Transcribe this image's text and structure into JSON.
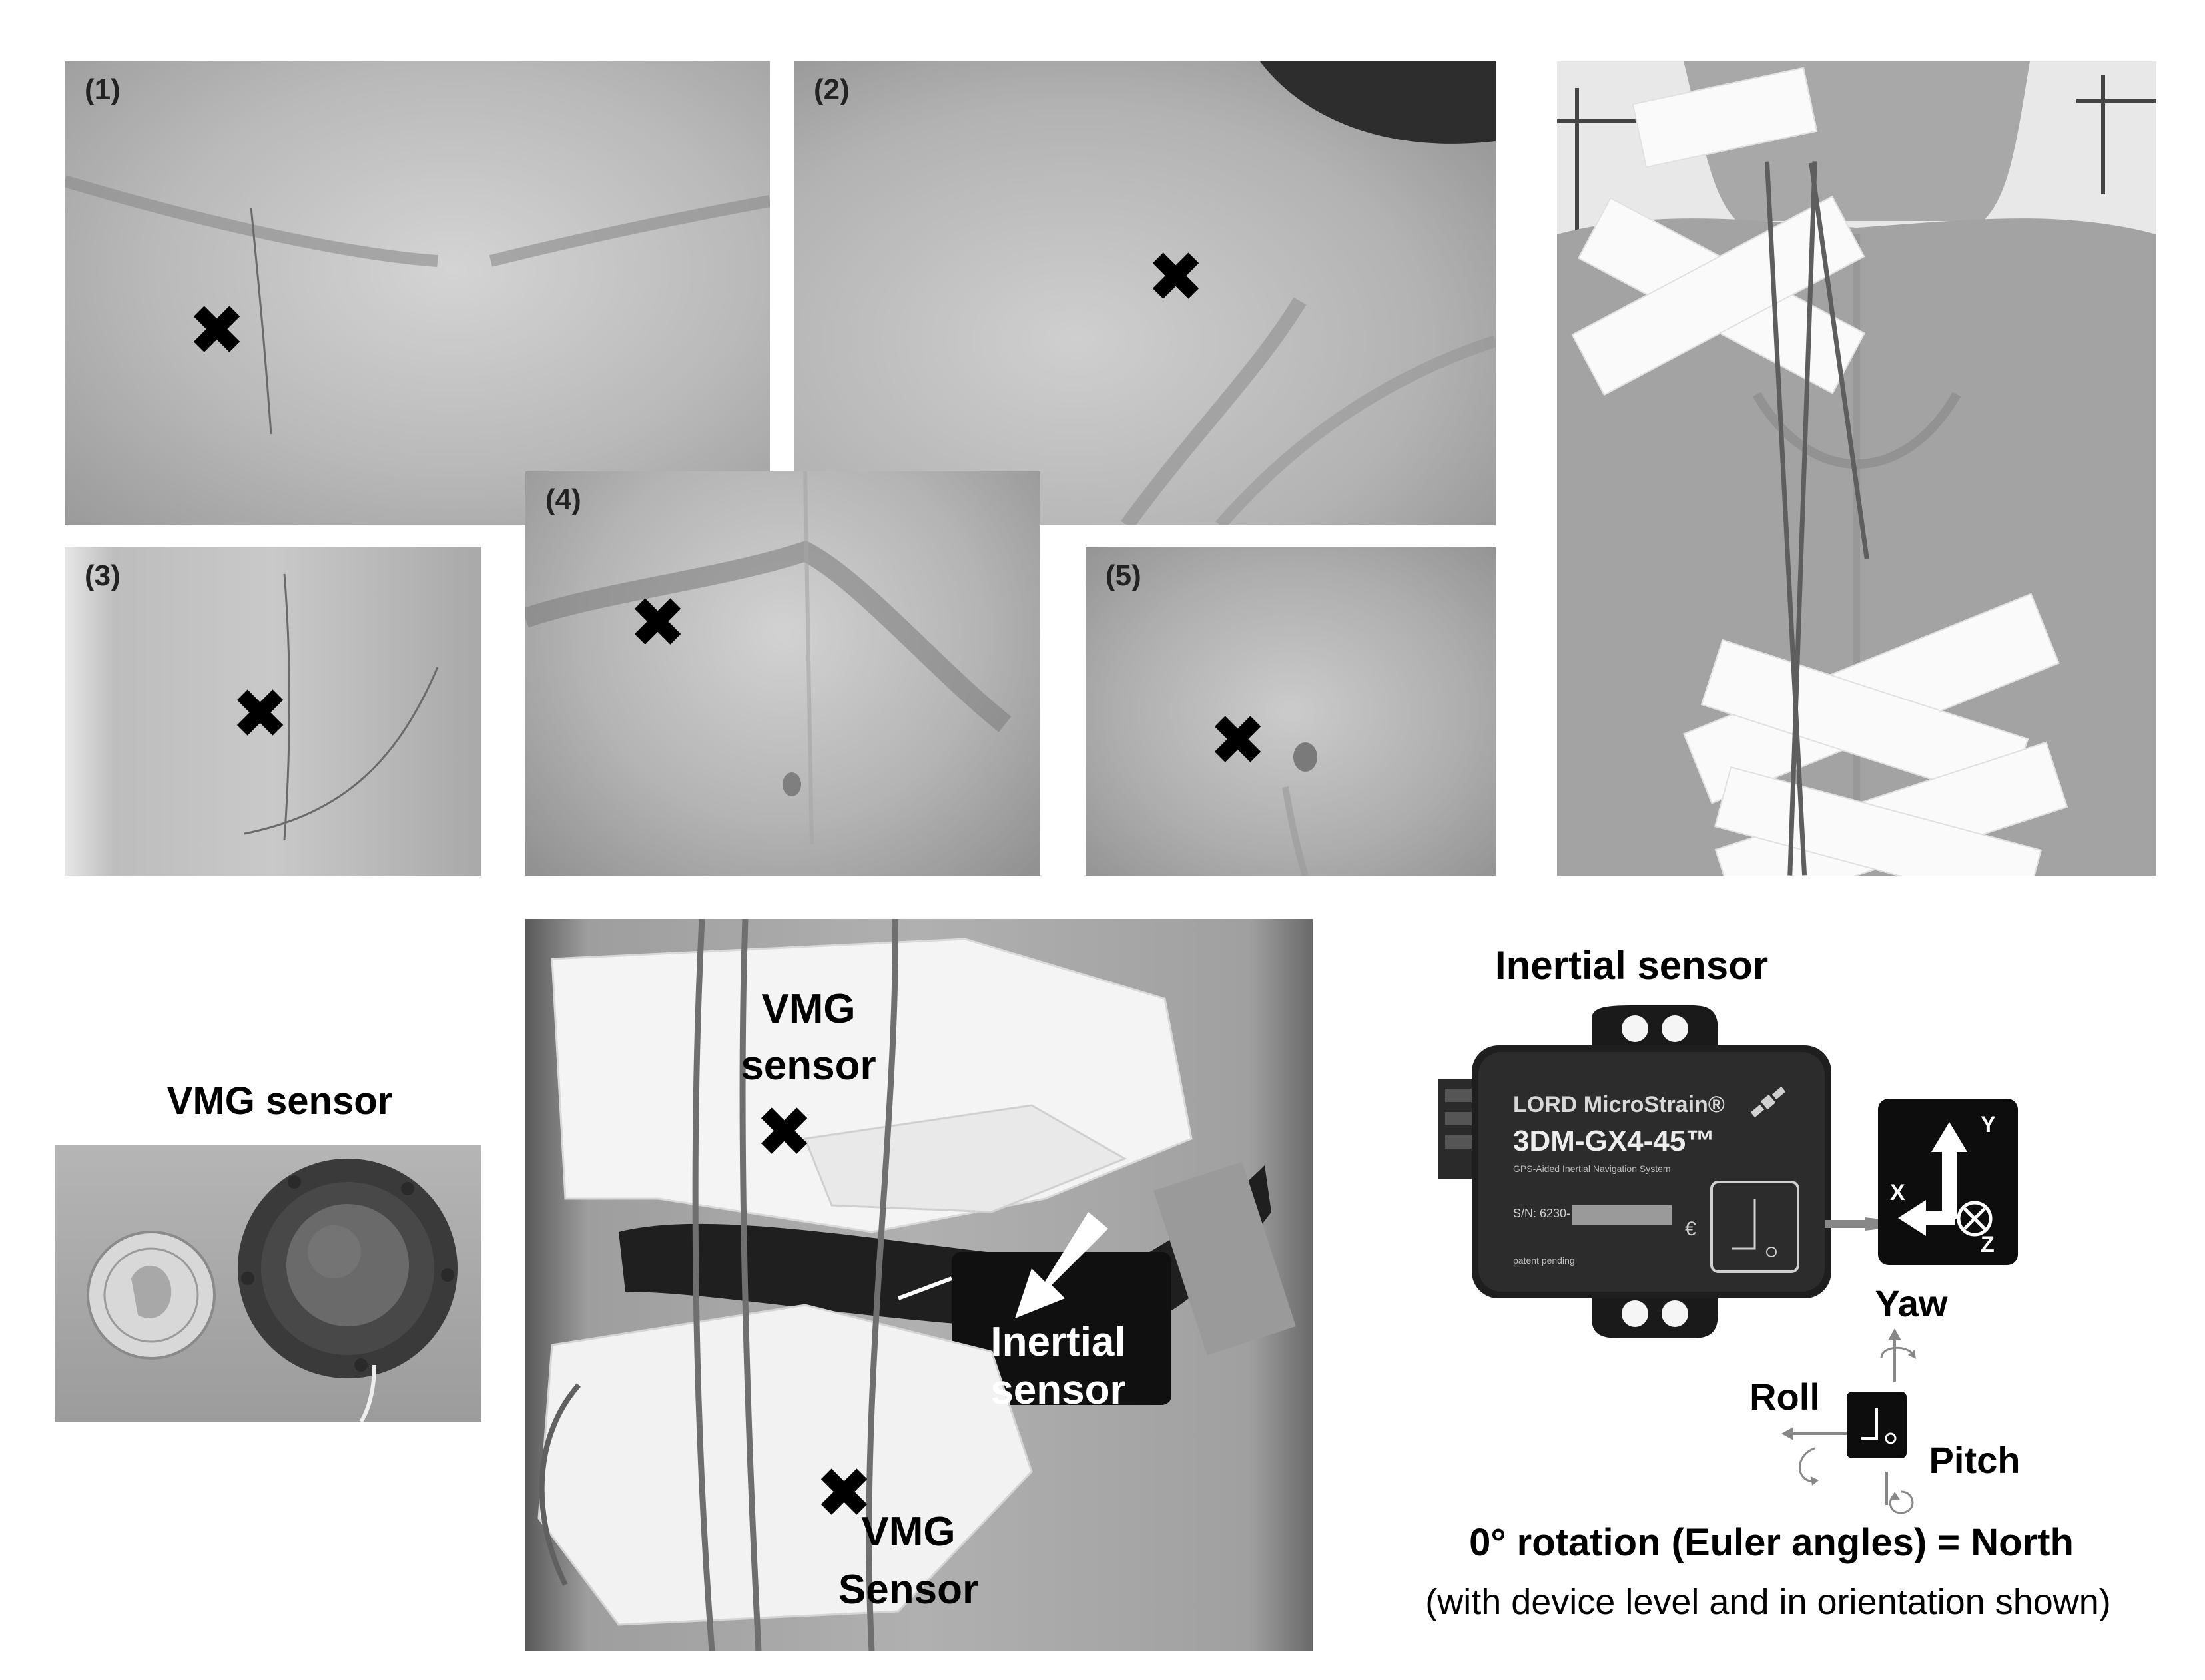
{
  "panels": [
    {
      "label": "(1)"
    },
    {
      "label": "(2)"
    },
    {
      "label": "(3)"
    },
    {
      "label": "(4)"
    },
    {
      "label": "(5)"
    }
  ],
  "middle_photo": {
    "vmg_top_line1": "VMG",
    "vmg_top_line2": "sensor",
    "inertial_line1": "Inertial",
    "inertial_line2": "sensor",
    "vmg_bottom_line1": "VMG",
    "vmg_bottom_line2": "Sensor"
  },
  "vmg_sensor_title": "VMG sensor",
  "inertial_sensor": {
    "title": "Inertial sensor",
    "brand": "LORD MicroStrain®",
    "model": "3DM-GX4-45™",
    "subtitle": "GPS-Aided Inertial Navigation System",
    "serial_prefix": "S/N: 6230-",
    "patent": "patent pending",
    "axis_x": "X",
    "axis_y": "Y",
    "axis_z": "Z",
    "yaw": "Yaw",
    "roll": "Roll",
    "pitch": "Pitch",
    "rotation_note": "0° rotation (Euler angles) = North",
    "rotation_sub": "(with device level and in orientation shown)"
  }
}
